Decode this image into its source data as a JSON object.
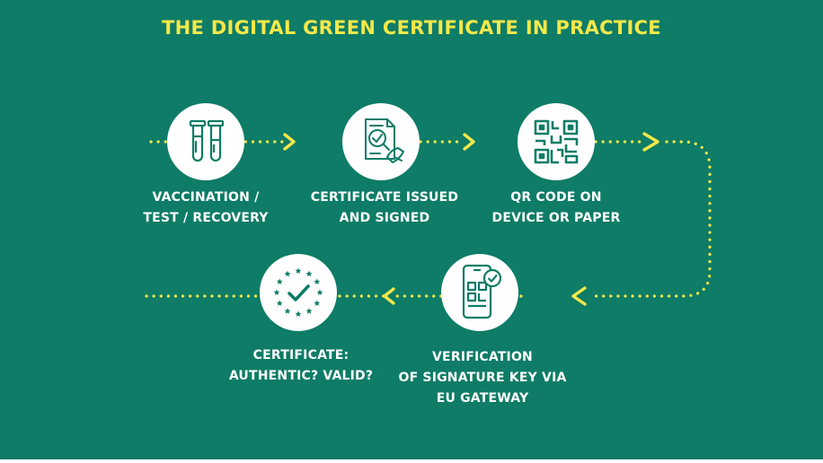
{
  "title": "THE DIGITAL GREEN CERTIFICATE IN PRACTICE",
  "colors": {
    "background": "#0e7c66",
    "accent": "#f4e84a",
    "icon": "#0e7c66",
    "text": "#ffffff"
  },
  "steps": [
    {
      "icon": "test-tubes-icon",
      "lines": [
        "VACCINATION /",
        "TEST / RECOVERY"
      ]
    },
    {
      "icon": "signed-document-icon",
      "lines": [
        "CERTIFICATE ISSUED",
        "AND SIGNED"
      ]
    },
    {
      "icon": "qr-code-icon",
      "lines": [
        "QR CODE ON",
        "DEVICE OR PAPER"
      ]
    },
    {
      "icon": "phone-check-icon",
      "lines": [
        "VERIFICATION",
        "OF SIGNATURE KEY VIA",
        "EU GATEWAY"
      ]
    },
    {
      "icon": "eu-stars-check-icon",
      "lines": [
        "CERTIFICATE:",
        "AUTHENTIC? VALID?"
      ]
    }
  ]
}
